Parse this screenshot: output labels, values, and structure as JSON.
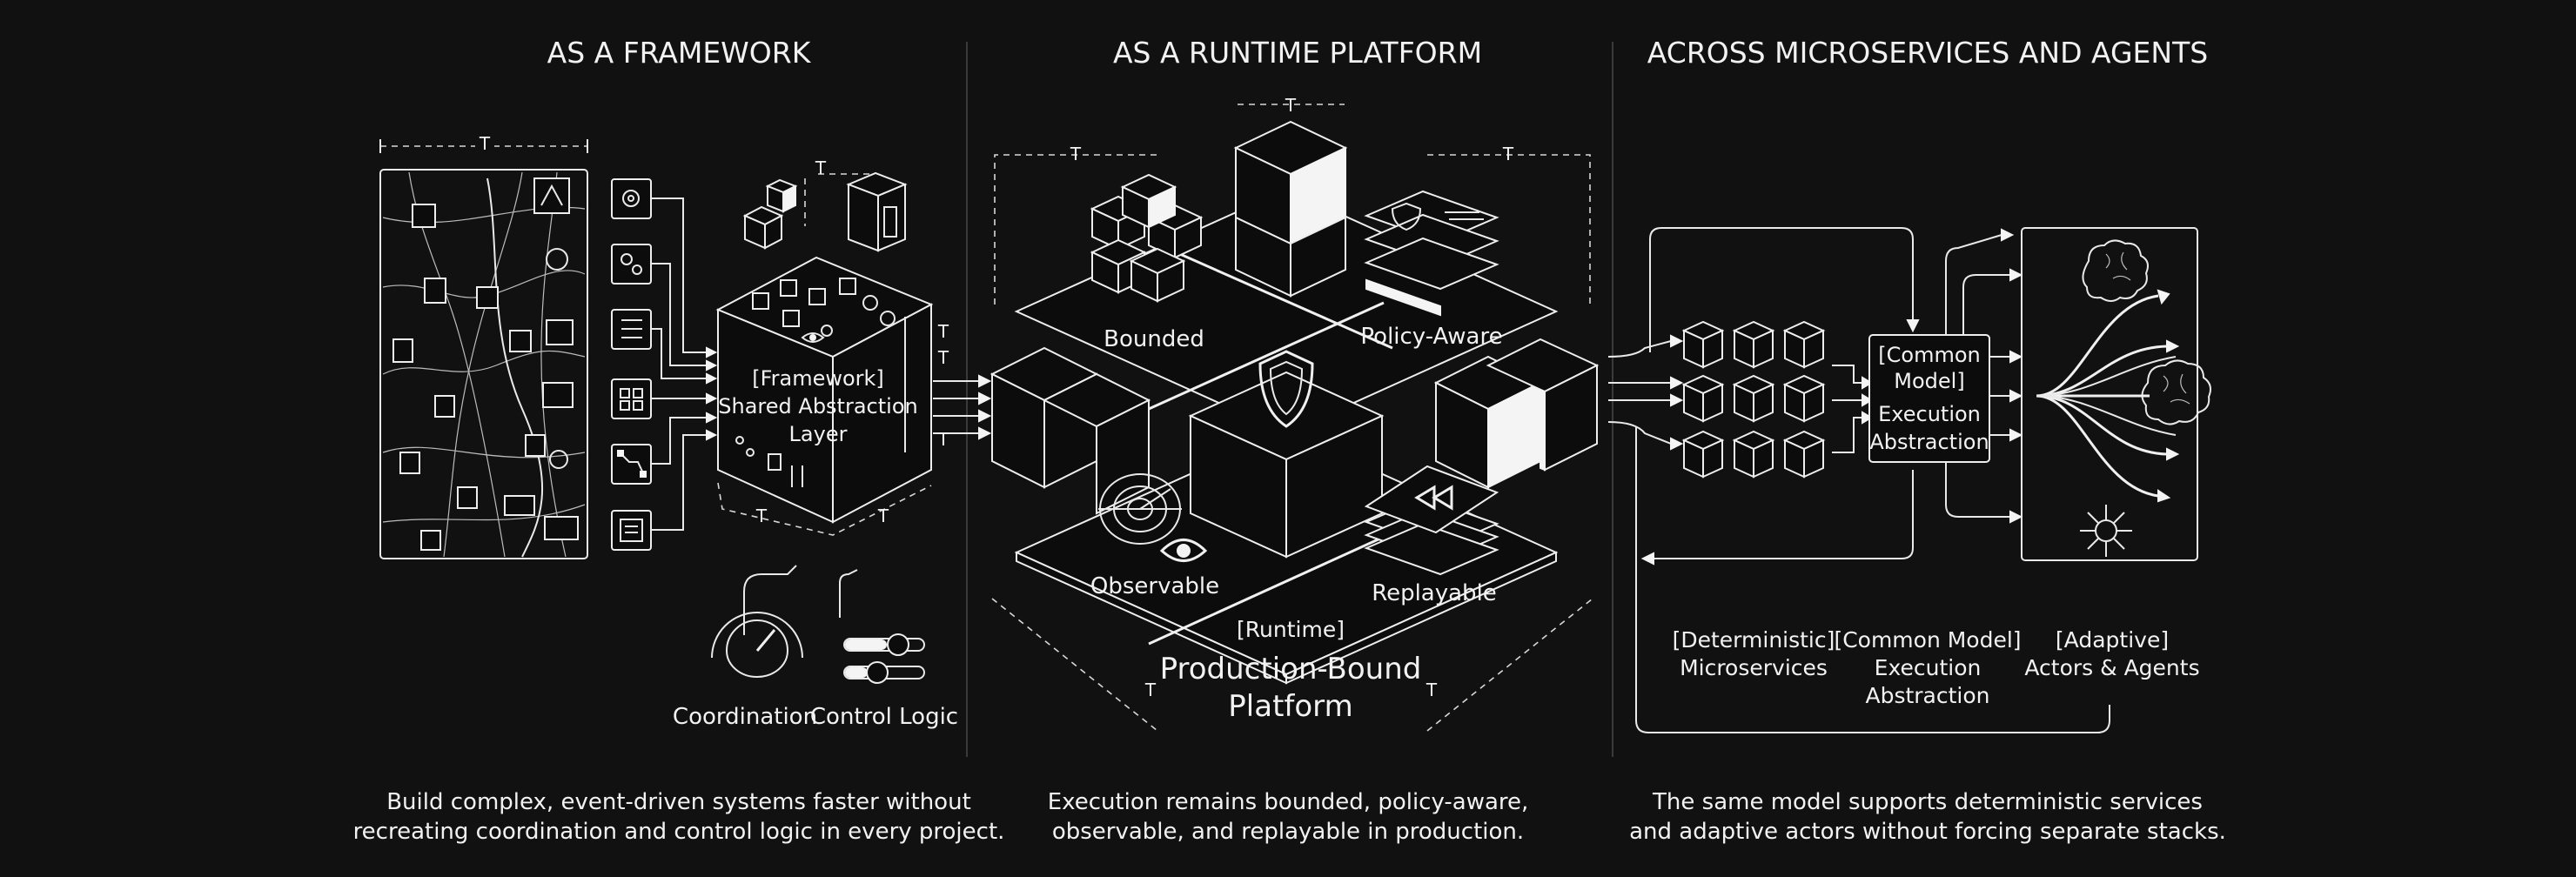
{
  "sections": {
    "framework": {
      "heading": "AS A FRAMEWORK",
      "layer_lines": [
        "[Framework]",
        "Shared Abstraction",
        "Layer"
      ],
      "coordination": "Coordination",
      "control_logic": "Control Logic",
      "caption_lines": [
        "Build complex, event-driven systems faster without",
        "recreating coordination and control logic in every project."
      ]
    },
    "runtime": {
      "heading": "AS A RUNTIME PLATFORM",
      "bounded": "Bounded",
      "policy_aware": "Policy-Aware",
      "observable": "Observable",
      "replayable": "Replayable",
      "runtime_tag": "[Runtime]",
      "platform_lines": [
        "Production-Bound",
        "Platform"
      ],
      "caption_lines": [
        "Execution remains bounded, policy-aware,",
        "observable, and replayable in production."
      ]
    },
    "across": {
      "heading": "ACROSS MICROSERVICES AND AGENTS",
      "center_box_lines": [
        "[Common",
        "Model]",
        "Execution",
        "Abstraction"
      ],
      "labels": {
        "deterministic": [
          "[Deterministic]",
          "Microservices"
        ],
        "common": [
          "[Common Model]",
          "Execution",
          "Abstraction"
        ],
        "adaptive": [
          "[Adaptive]",
          "Actors & Agents"
        ]
      },
      "caption_lines": [
        "The same model supports deterministic services",
        "and adaptive actors without forcing separate stacks."
      ]
    }
  },
  "dimension_marker": "T",
  "icons": [
    "city-map-icon",
    "gear-icon",
    "settings-icon",
    "list-icon",
    "folder-icon",
    "workflow-icon",
    "document-icon",
    "cube-icon",
    "shield-icon",
    "radar-icon",
    "eye-icon",
    "rewind-icon",
    "brain-icon",
    "network-icon",
    "dial-icon",
    "slider-icon"
  ],
  "colors": {
    "background": "#111111",
    "line": "#eeeeee",
    "accent": "#ffffff"
  }
}
